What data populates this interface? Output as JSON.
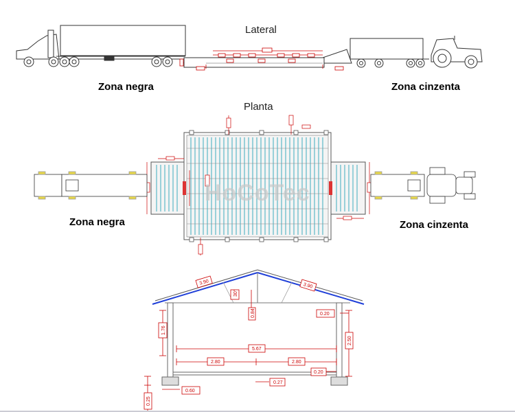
{
  "sections": {
    "lateral": {
      "title": "Lateral",
      "left_zone": "Zona negra",
      "right_zone": "Zona cinzenta"
    },
    "planta": {
      "title": "Planta",
      "left_zone": "Zona negra",
      "right_zone": "Zona cinzenta",
      "watermark": "HoCoTec"
    },
    "section": {
      "dimensions": {
        "roof_left": "3.90",
        "roof_right": "3.90",
        "roof_angle": "30°",
        "ridge_height": "0.84",
        "wall_height_left": "1.76",
        "wall_height_right": "2.50",
        "eave_offset": "0.20",
        "inner_span": "5.67",
        "bay_left": "2.80",
        "bay_right": "2.80",
        "base_offset": "0.20",
        "column_width": "0.27",
        "footing_width": "0.60",
        "footing_depth": "0.25"
      }
    }
  },
  "colors": {
    "dimension": "#cc0000",
    "roof_line": "#1f3fd8",
    "grate": "#2aa5b8",
    "line": "#555555"
  }
}
